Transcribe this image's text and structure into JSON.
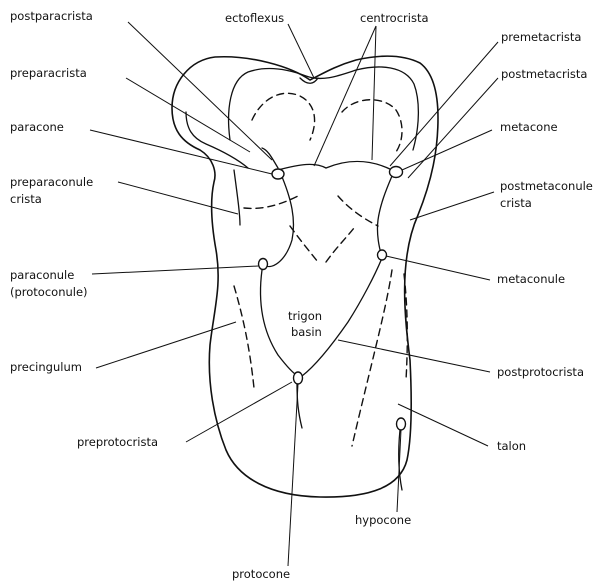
{
  "labels": {
    "postparacrista": "postparacrista",
    "ectoflexus": "ectoflexus",
    "centrocrista": "centrocrista",
    "premetacrista": "premetacrista",
    "preparacrista": "preparacrista",
    "postmetacrista": "postmetacrista",
    "paracone": "paracone",
    "metacone": "metacone",
    "preparaconule_1": "preparaconule",
    "preparaconule_2": "crista",
    "postmetaconule_1": "postmetaconule",
    "postmetaconule_2": "crista",
    "paraconule_1": "paraconule",
    "paraconule_2": "(protoconule)",
    "metaconule": "metaconule",
    "trigon_1": "trigon",
    "trigon_2": "basin",
    "precingulum": "precingulum",
    "postprotocrista": "postprotocrista",
    "preprotocrista": "preprotocrista",
    "talon": "talon",
    "hypocone": "hypocone",
    "protocone": "protocone"
  }
}
